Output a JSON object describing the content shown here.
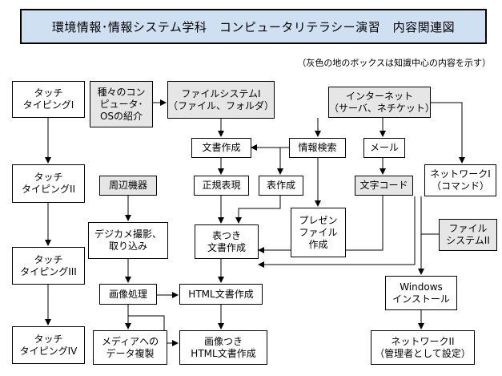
{
  "title": "環境情報･情報システム学科　コンピュータリテラシー演習　内容関連図",
  "note": "（灰色の地のボックスは知識中心の内容を示す）",
  "boxes": {
    "typing1": "タッチ\nタイピングI",
    "typing2": "タッチ\nタイピングII",
    "typing3": "タッチ\nタイピングIII",
    "typing4": "タッチ\nタイピングIV",
    "intro": "種々のコン\nピュータ･\nOSの紹介",
    "filesystem1": "ファイルシステムI\n（ファイル、フォルダ）",
    "internet": "インターネット\n（サーバ、ネチケット）",
    "document": "文書作成",
    "search": "情報検索",
    "mail": "メール",
    "network1": "ネットワークI\n（コマンド）",
    "peripherals": "周辺機器",
    "regex": "正規表現",
    "table": "表作成",
    "charcode": "文字コード",
    "presentation": "プレゼン\nファイル\n作成",
    "camera": "デジカメ撮影、\n取り込み",
    "tabledoc": "表つき\n文書作成",
    "filesystem2": "ファイル\nシステムII",
    "image": "画像処理",
    "html": "HTML文書作成",
    "windows": "Windows\nインストール",
    "media": "メディアへの\nデータ複製",
    "imagehtml": "画像つき\nHTML文書作成",
    "network2": "ネットワークII\n（管理者として設定）"
  }
}
